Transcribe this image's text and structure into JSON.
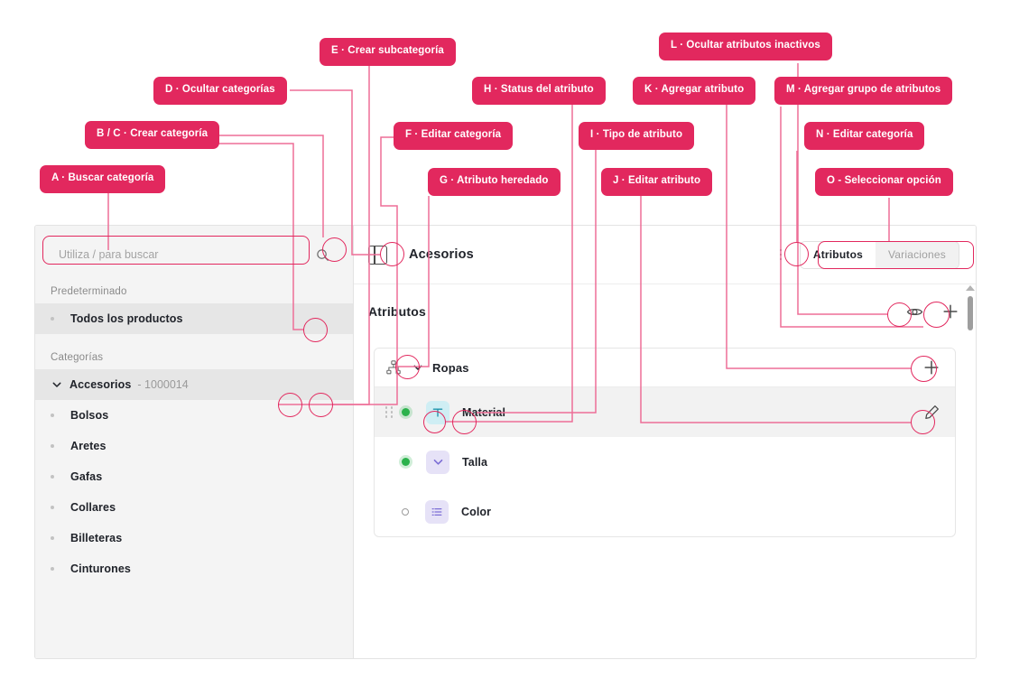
{
  "annotations": [
    {
      "id": "A",
      "label": "A · Buscar categoría"
    },
    {
      "id": "BC",
      "label": "B / C · Crear categoría"
    },
    {
      "id": "D",
      "label": "D · Ocultar categorías"
    },
    {
      "id": "E",
      "label": "E · Crear subcategoría"
    },
    {
      "id": "F",
      "label": "F ·  Editar categoría"
    },
    {
      "id": "G",
      "label": "G · Atributo heredado"
    },
    {
      "id": "H",
      "label": "H · Status del atributo"
    },
    {
      "id": "I",
      "label": "I · Tipo de atributo"
    },
    {
      "id": "J",
      "label": "J · Editar atributo"
    },
    {
      "id": "K",
      "label": "K · Agregar atributo"
    },
    {
      "id": "L",
      "label": "L · Ocultar atributos inactivos"
    },
    {
      "id": "M",
      "label": "M · Agregar grupo de atributos"
    },
    {
      "id": "N",
      "label": "N · Editar categoría"
    },
    {
      "id": "O",
      "label": "O -  Seleccionar opción"
    }
  ],
  "colors": {
    "callout_bg": "#E2285E",
    "connector": "#ED6E97",
    "status_active": "#2bb24c",
    "type_text_bg": "#cfeef4",
    "type_select_bg": "#e6e2f7"
  },
  "sidebar": {
    "search": {
      "placeholder": "Utiliza / para buscar",
      "value": "",
      "icon": "search-icon"
    },
    "add_icon": "plus-icon",
    "sections": [
      {
        "label": "Predeterminado",
        "items": [
          {
            "name": "Todos los productos",
            "code": "",
            "shaded": true,
            "expandable": false
          }
        ]
      },
      {
        "label": "Categorías",
        "items": [
          {
            "name": "Accesorios",
            "code": "- 1000014",
            "shaded": true,
            "expandable": true
          },
          {
            "name": "Bolsos",
            "code": "",
            "shaded": false,
            "expandable": false
          },
          {
            "name": "Aretes",
            "code": "",
            "shaded": false,
            "expandable": false
          },
          {
            "name": "Gafas",
            "code": "",
            "shaded": false,
            "expandable": false
          },
          {
            "name": "Collares",
            "code": "",
            "shaded": false,
            "expandable": false
          },
          {
            "name": "Billeteras",
            "code": "",
            "shaded": false,
            "expandable": false
          },
          {
            "name": "Cinturones",
            "code": "",
            "shaded": false,
            "expandable": false
          }
        ]
      }
    ]
  },
  "main": {
    "panel_toggle_icon": "panel-toggle-icon",
    "title": "Acesorios",
    "kebab_icon": "kebab-menu-icon",
    "tabs": [
      {
        "label": "Atributos",
        "active": true
      },
      {
        "label": "Variaciones",
        "active": false
      }
    ],
    "section_title": "Atributos",
    "hide_inactive_icon": "eye-icon",
    "add_group_icon": "plus-icon",
    "group": {
      "name": "Ropas",
      "inherited_icon": "hierarchy-icon",
      "collapse_icon": "chevron-down-icon",
      "add_attribute_icon": "plus-icon",
      "attributes": [
        {
          "name": "Material",
          "status": "active",
          "type": "text",
          "type_glyph": "T",
          "shaded": true,
          "drag_handle": true,
          "edit_icon": "pencil-icon"
        },
        {
          "name": "Talla",
          "status": "active",
          "type": "select",
          "type_glyph": "v",
          "shaded": false,
          "drag_handle": false,
          "edit_icon": ""
        },
        {
          "name": "Color",
          "status": "inactive",
          "type": "list",
          "type_glyph": "≡",
          "shaded": false,
          "drag_handle": false,
          "edit_icon": ""
        }
      ]
    }
  }
}
